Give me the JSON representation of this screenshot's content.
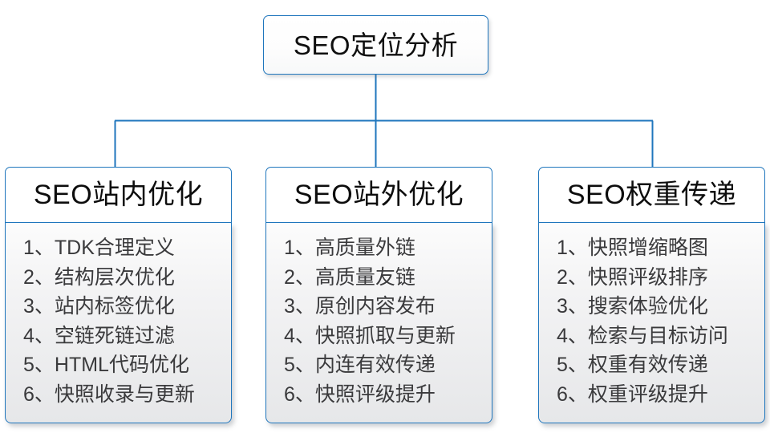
{
  "diagram": {
    "type": "tree",
    "orientation": "top-down",
    "accent_color": "#1f76bd",
    "text_color": "#0d0d0d",
    "item_text_color": "#3a3a3c",
    "body_background": "#eceded",
    "root": {
      "label": "SEO定位分析"
    },
    "branches": [
      {
        "id": "on-site",
        "header": "SEO站内优化",
        "items": [
          "1、TDK合理定义",
          "2、结构层次优化",
          "3、站内标签优化",
          "4、空链死链过滤",
          "5、HTML代码优化",
          "6、快照收录与更新"
        ]
      },
      {
        "id": "off-site",
        "header": "SEO站外优化",
        "items": [
          "1、高质量外链",
          "2、高质量友链",
          "3、原创内容发布",
          "4、快照抓取与更新",
          "5、内连有效传递",
          "6、快照评级提升"
        ]
      },
      {
        "id": "weight-transfer",
        "header": "SEO权重传递",
        "items": [
          "1、快照增缩略图",
          "2、快照评级排序",
          "3、搜索体验优化",
          "4、检索与目标访问",
          "5、权重有效传递",
          "6、权重评级提升"
        ]
      }
    ]
  }
}
